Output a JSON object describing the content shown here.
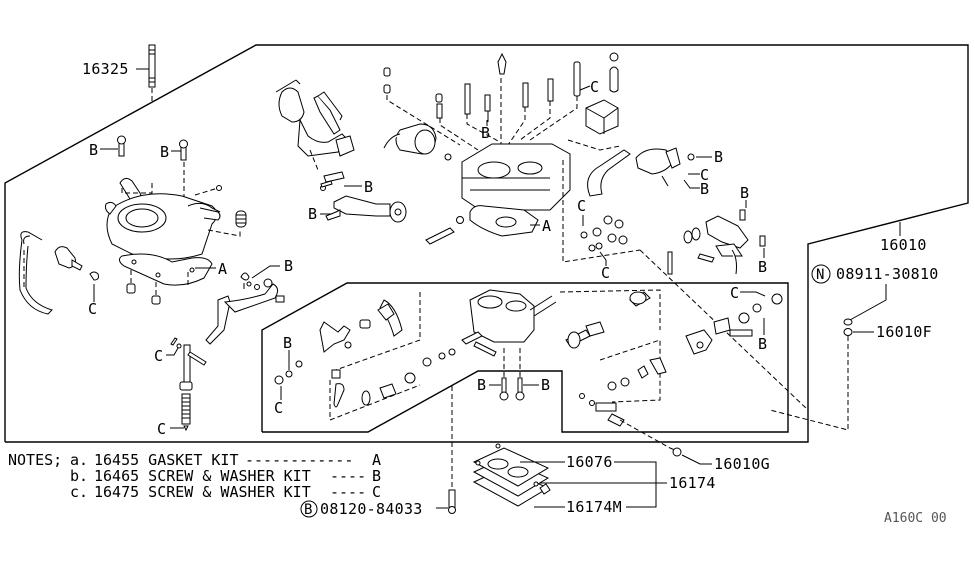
{
  "diagram": {
    "title": "Carburetor assembly exploded parts diagram",
    "part_labels": {
      "p16325": "16325",
      "p16010": "16010",
      "p08911": "08911-30810",
      "p08911_prefix": "N",
      "p16010F": "16010F",
      "p16010G": "16010G",
      "p16076": "16076",
      "p16174": "16174",
      "p16174M": "16174M",
      "p08120": "08120-84033",
      "p08120_prefix": "B"
    },
    "kit_refs": {
      "A": "A",
      "B": "B",
      "C": "C"
    },
    "notes": {
      "heading": "NOTES;",
      "items": [
        {
          "letter": "a.",
          "text": "16455 GASKET KIT",
          "leader": "------------",
          "ref": "A"
        },
        {
          "letter": "b.",
          "text": "16465 SCREW & WASHER KIT",
          "leader": "----",
          "ref": "B"
        },
        {
          "letter": "c.",
          "text": "16475 SCREW & WASHER KIT",
          "leader": "----",
          "ref": "C"
        }
      ]
    },
    "diagram_code": "A160C 00"
  }
}
